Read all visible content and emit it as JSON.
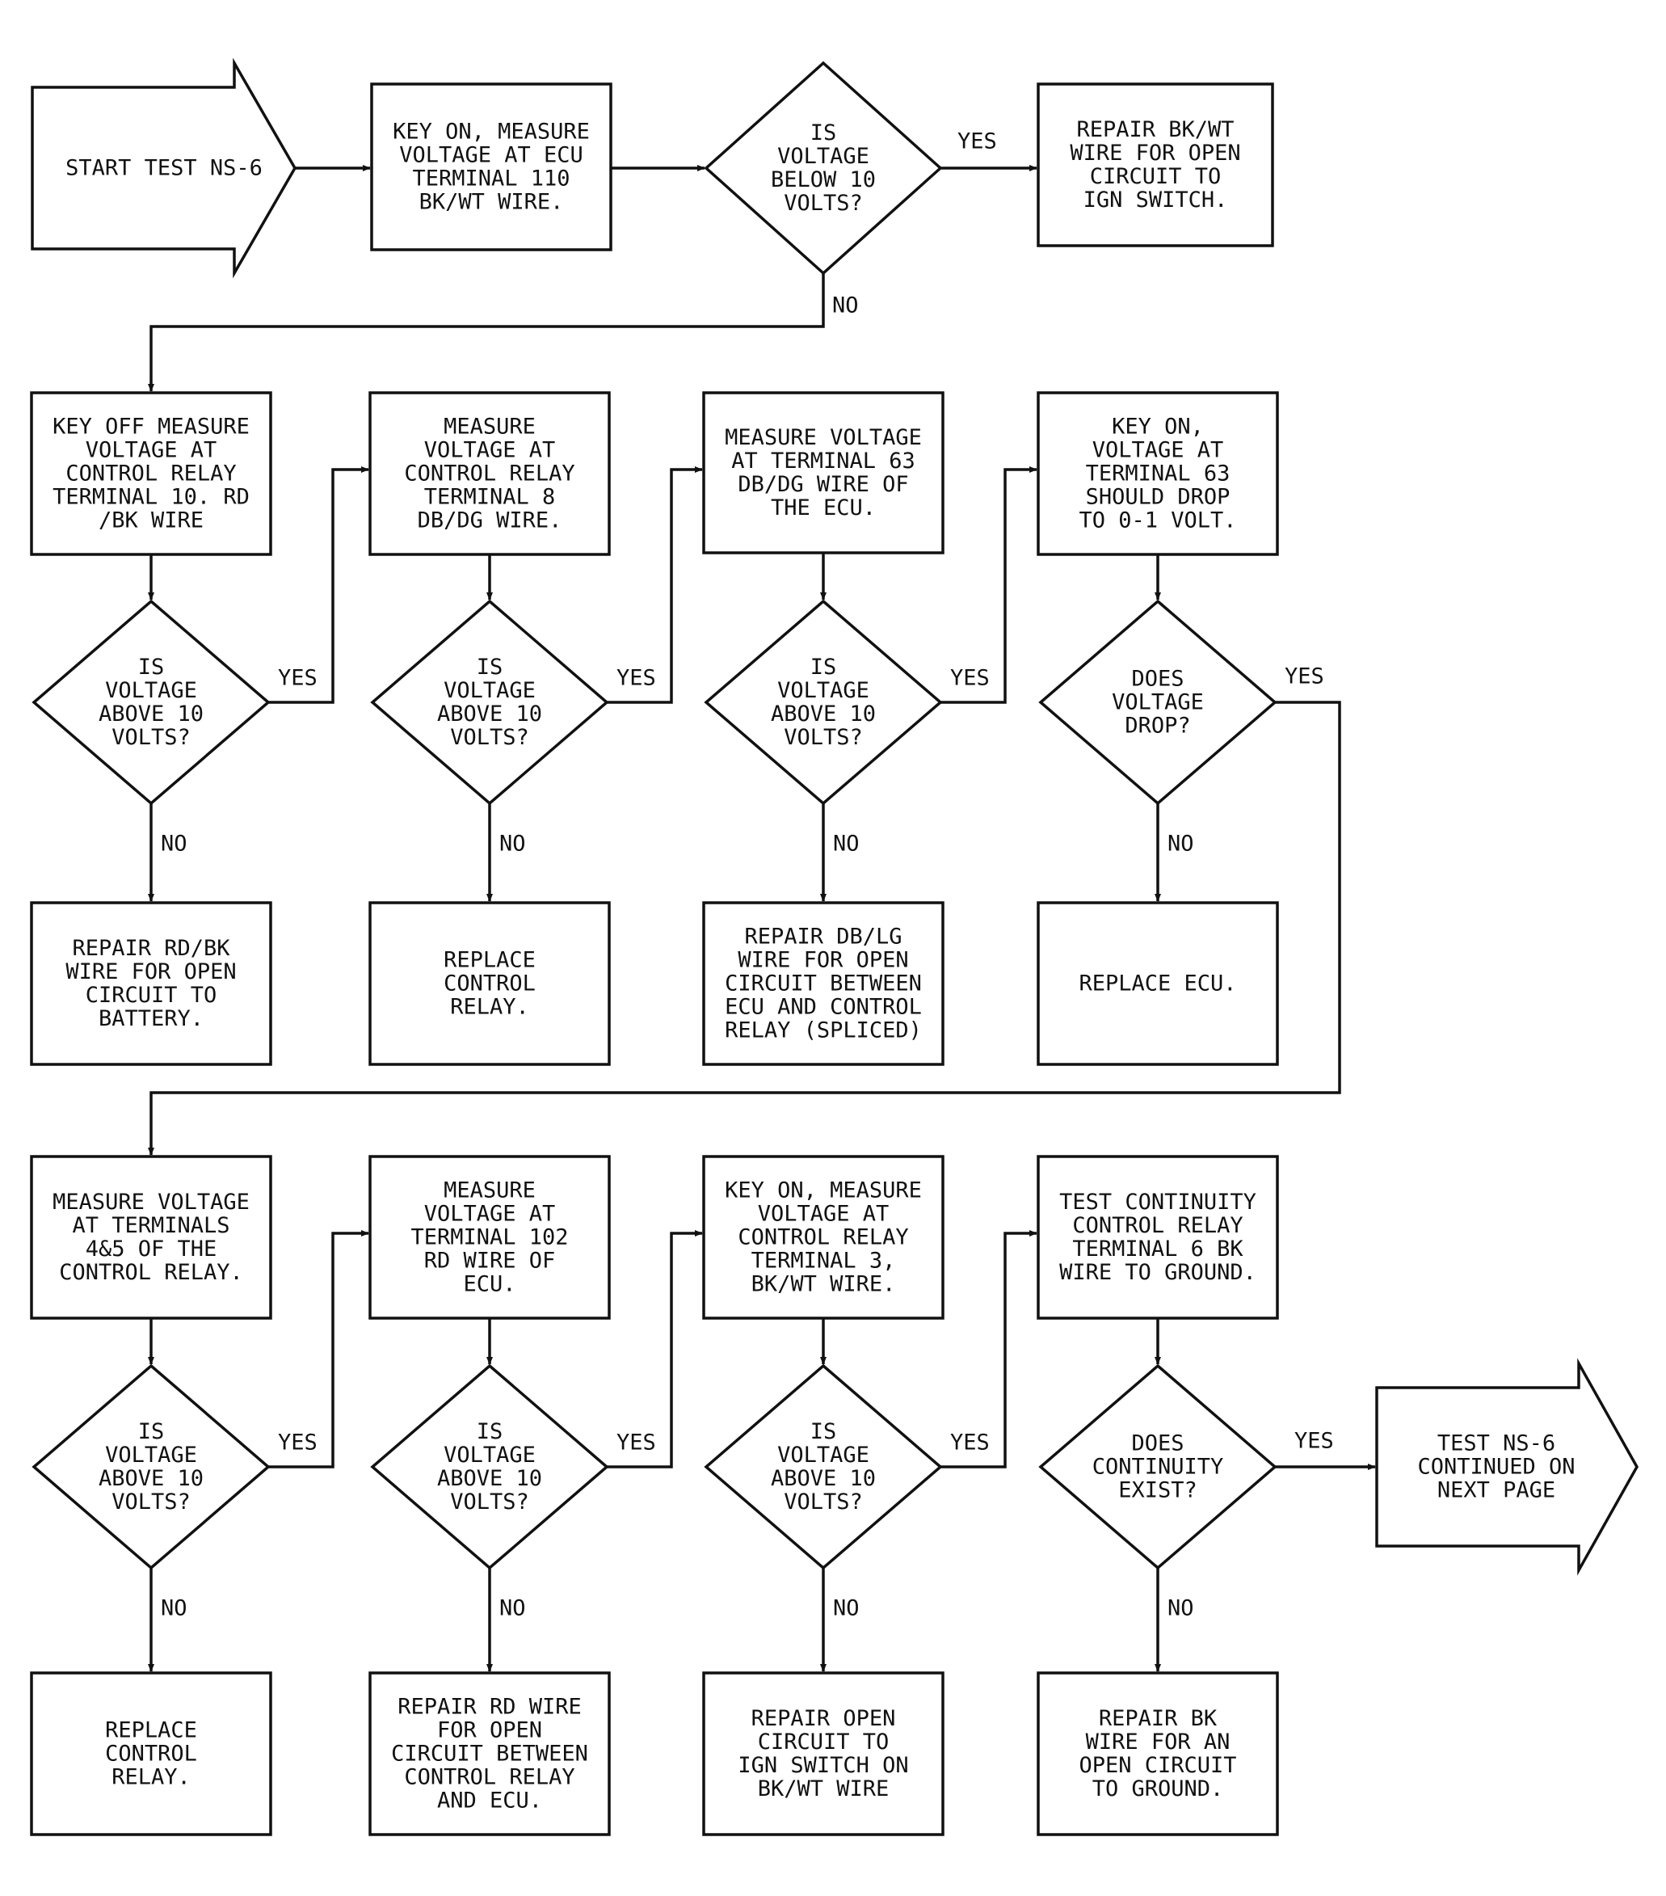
{
  "flowchart": {
    "start": "START TEST NS-6",
    "end": [
      "TEST NS-6",
      "CONTINUED ON",
      "NEXT PAGE"
    ],
    "yes": "YES",
    "no": "NO",
    "row1": {
      "step": [
        "KEY ON, MEASURE",
        "VOLTAGE AT ECU",
        "TERMINAL 110",
        "BK/WT WIRE."
      ],
      "question": [
        "IS",
        "VOLTAGE",
        "BELOW 10",
        "VOLTS?"
      ],
      "result": [
        "REPAIR BK/WT",
        "WIRE FOR OPEN",
        "CIRCUIT TO",
        "IGN SWITCH."
      ]
    },
    "row2": {
      "steps": [
        [
          "KEY OFF MEASURE",
          "VOLTAGE AT",
          "CONTROL RELAY",
          "TERMINAL 10. RD",
          "/BK WIRE"
        ],
        [
          "MEASURE",
          "VOLTAGE AT",
          "CONTROL RELAY",
          "TERMINAL 8",
          "DB/DG WIRE."
        ],
        [
          "MEASURE VOLTAGE",
          "AT TERMINAL 63",
          "DB/DG WIRE OF",
          "THE ECU."
        ],
        [
          "KEY ON,",
          "VOLTAGE AT",
          "TERMINAL 63",
          "SHOULD DROP",
          "TO 0-1 VOLT."
        ]
      ],
      "questions": [
        [
          "IS",
          "VOLTAGE",
          "ABOVE 10",
          "VOLTS?"
        ],
        [
          "IS",
          "VOLTAGE",
          "ABOVE 10",
          "VOLTS?"
        ],
        [
          "IS",
          "VOLTAGE",
          "ABOVE 10",
          "VOLTS?"
        ],
        [
          "DOES",
          "VOLTAGE",
          "DROP?"
        ]
      ],
      "results": [
        [
          "REPAIR RD/BK",
          "WIRE FOR OPEN",
          "CIRCUIT TO",
          "BATTERY."
        ],
        [
          "REPLACE",
          "CONTROL",
          "RELAY."
        ],
        [
          "REPAIR DB/LG",
          "WIRE FOR OPEN",
          "CIRCUIT BETWEEN",
          "ECU AND CONTROL",
          "RELAY (SPLICED)"
        ],
        [
          "REPLACE ECU."
        ]
      ]
    },
    "row3": {
      "steps": [
        [
          "MEASURE VOLTAGE",
          "AT TERMINALS",
          "4&5 OF THE",
          "CONTROL RELAY."
        ],
        [
          "MEASURE",
          "VOLTAGE AT",
          "TERMINAL 102",
          "RD WIRE OF",
          "ECU."
        ],
        [
          "KEY ON, MEASURE",
          "VOLTAGE AT",
          "CONTROL RELAY",
          "TERMINAL 3,",
          "BK/WT WIRE."
        ],
        [
          "TEST CONTINUITY",
          "CONTROL RELAY",
          "TERMINAL 6 BK",
          "WIRE TO GROUND."
        ]
      ],
      "questions": [
        [
          "IS",
          "VOLTAGE",
          "ABOVE 10",
          "VOLTS?"
        ],
        [
          "IS",
          "VOLTAGE",
          "ABOVE 10",
          "VOLTS?"
        ],
        [
          "IS",
          "VOLTAGE",
          "ABOVE 10",
          "VOLTS?"
        ],
        [
          "DOES",
          "CONTINUITY",
          "EXIST?"
        ]
      ],
      "results": [
        [
          "REPLACE",
          "CONTROL",
          "RELAY."
        ],
        [
          "REPAIR RD WIRE",
          "FOR OPEN",
          "CIRCUIT BETWEEN",
          "CONTROL RELAY",
          "AND ECU."
        ],
        [
          "REPAIR OPEN",
          "CIRCUIT TO",
          "IGN SWITCH ON",
          "BK/WT WIRE"
        ],
        [
          "REPAIR BK",
          "WIRE FOR AN",
          "OPEN CIRCUIT",
          "TO GROUND."
        ]
      ]
    }
  }
}
